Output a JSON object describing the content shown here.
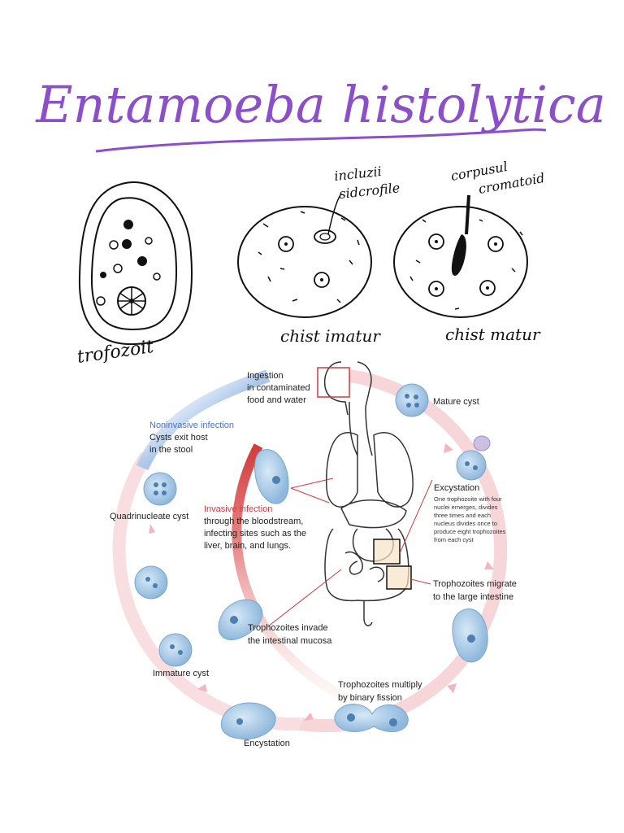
{
  "title": "Entamoeba histolytica",
  "sketches": {
    "trophozoite_label": "trofozoit",
    "immature_cyst_label": "chist imatur",
    "mature_cyst_label": "chist matur",
    "inclusions_label_line1": "incluzii",
    "inclusions_label_line2": "sidcrofile",
    "chromatoid_label_line1": "corpusul",
    "chromatoid_label_line2": "cromatoid"
  },
  "cycle": {
    "ingestion_line1": "Ingestion",
    "ingestion_line2": "in contaminated",
    "ingestion_line3": "food and water",
    "mature_cyst": "Mature cyst",
    "excystation_title": "Excystation",
    "excystation_desc": [
      "One trophozoite with four",
      "nuclei emerges, divides",
      "three times and each",
      "nucleus divides once to",
      "produce eight trophozoites",
      "from each cyst"
    ],
    "migrate_line1": "Trophozoites  migrate",
    "migrate_line2": "to the large intestine",
    "multiply_line1": "Trophozoites multiply",
    "multiply_line2": "by binary fission",
    "encystation": "Encystation",
    "immature_cyst": "Immature cyst",
    "quadrinucleate": "Quadrinucleate cyst",
    "noninvasive_title": "Noninvasive infection",
    "noninvasive_line1": "Cysts exit host",
    "noninvasive_line2": "in the stool",
    "invasive_title": "Invasive infection",
    "invasive_line1": "through the bloodstream,",
    "invasive_line2": "infecting sites such as the",
    "invasive_line3": "liver, brain, and lungs.",
    "invade_line1": "Trophozoites invade",
    "invade_line2": "the intestinal mucosa"
  },
  "colors": {
    "title_purple": "#8a4fc9",
    "cycle_pink": "#f3c8cc",
    "cell_blue": "#9ec4e6",
    "noninvasive_blue": "#4a73c4",
    "invasive_red": "#d23b3b"
  }
}
